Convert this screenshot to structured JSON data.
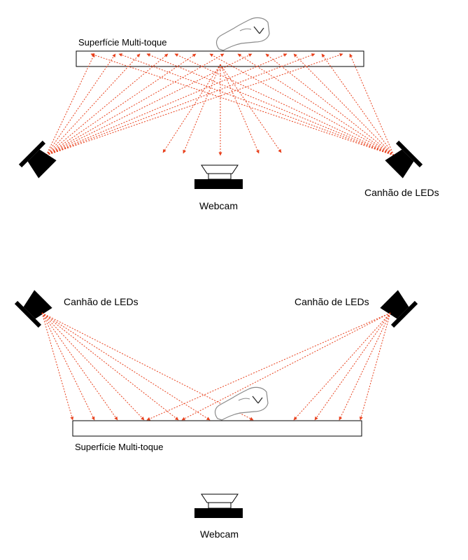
{
  "diagrams": [
    {
      "surface_label": "Superfície Multi-toque",
      "led_labels": [
        "Canhão de LEDs"
      ],
      "webcam_label": "Webcam"
    },
    {
      "surface_label": "Superfície Multi-toque",
      "led_labels": [
        "Canhão de LEDs",
        "Canhão de LEDs"
      ],
      "webcam_label": "Webcam"
    }
  ],
  "colors": {
    "ray": "#e8401c",
    "outline": "#000000",
    "device": "#000000",
    "surface_fill": "#ffffff"
  },
  "icons": [
    "finger-touch-icon",
    "led-cannon-icon",
    "webcam-icon"
  ]
}
